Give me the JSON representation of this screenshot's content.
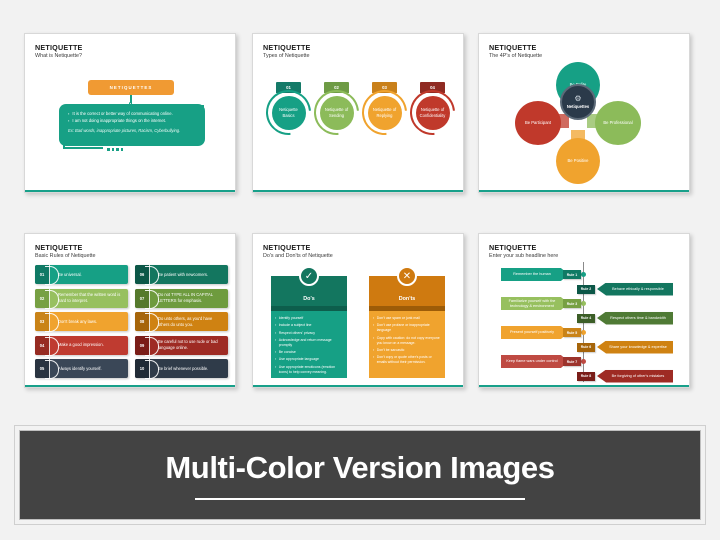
{
  "meta": {
    "accent_teal": "#17a085",
    "accent_orange": "#f09a33",
    "accent_green": "#8cbb5a",
    "accent_red": "#b23530",
    "accent_navy": "#3a4757"
  },
  "slide1": {
    "title": "NETIQUETTE",
    "subtitle": "What is Netiquette?",
    "header_label": "NETIQUETTES",
    "bullets": [
      "It is the correct or better way of communicating online.",
      "I am not doing inappropriate things on the internet."
    ],
    "example": "Ex: Bad words, inappropriate pictures, Racism, Cyberbullying."
  },
  "slide2": {
    "title": "NETIQUETTE",
    "subtitle": "Types of Netiquette",
    "items": [
      {
        "num": "01",
        "label": "Netiquette Basics",
        "color": "#16a085",
        "tab": "#147a68"
      },
      {
        "num": "02",
        "label": "Netiquette of Sending",
        "color": "#8cbb5a",
        "tab": "#6e9b45"
      },
      {
        "num": "03",
        "label": "Netiquette of Replying",
        "color": "#f0a32e",
        "tab": "#c9801a"
      },
      {
        "num": "04",
        "label": "Netiquette of Confidentiality",
        "color": "#c0392b",
        "tab": "#8f2a22"
      }
    ]
  },
  "slide3": {
    "title": "NETIQUETTE",
    "subtitle": "The 4P's of Netiquette",
    "center_label": "Netiquettes",
    "center_icon": "gear-icon",
    "petals": [
      {
        "label": "Be Polite",
        "color": "#16a085",
        "pos": "top"
      },
      {
        "label": "Be Professional",
        "color": "#8cbb5a",
        "pos": "right"
      },
      {
        "label": "Be Positive",
        "color": "#f0a32e",
        "pos": "bottom"
      },
      {
        "label": "Be Participant",
        "color": "#c0392b",
        "pos": "left"
      }
    ]
  },
  "slide4": {
    "title": "NETIQUETTE",
    "subtitle": "Basic Rules of Netiquette",
    "rules": [
      {
        "num": "01",
        "text": "Be universal.",
        "color": "#16a085",
        "num_bg": "#0f7a65"
      },
      {
        "num": "06",
        "text": "Be patient with newcomers.",
        "color": "#13765f",
        "num_bg": "#0c5747"
      },
      {
        "num": "02",
        "text": "Remember that the written word is hard to interpret.",
        "color": "#97c05f",
        "num_bg": "#77a043"
      },
      {
        "num": "07",
        "text": "Do not TYPE ALL IN CAPITAL LETTERS for emphasis.",
        "color": "#6e9b3e",
        "num_bg": "#55792c"
      },
      {
        "num": "03",
        "text": "Don't break any laws.",
        "color": "#f0a32e",
        "num_bg": "#c98318"
      },
      {
        "num": "08",
        "text": "Do unto others, as you'd have others do unto you.",
        "color": "#cf8212",
        "num_bg": "#a6650a"
      },
      {
        "num": "04",
        "text": "Make a good impression.",
        "color": "#bf3b30",
        "num_bg": "#962b22"
      },
      {
        "num": "09",
        "text": "Be careful not to use rude or bad language online.",
        "color": "#9e2b24",
        "num_bg": "#7a1d18"
      },
      {
        "num": "05",
        "text": "Always identify yourself.",
        "color": "#3a4757",
        "num_bg": "#2a3441"
      },
      {
        "num": "10",
        "text": "Be brief whenever possible.",
        "color": "#2f3b49",
        "num_bg": "#212b36"
      }
    ]
  },
  "slide5": {
    "title": "NETIQUETTE",
    "subtitle": "Do's and Don'ts of Netiquette",
    "dos": {
      "heading": "Do's",
      "icon": "check-circle-icon",
      "lid_color": "#13765f",
      "lip_color": "#0d5e4c",
      "body_color": "#16a085",
      "badge_color": "#13765f",
      "items": [
        "Identify yourself",
        "Include a subject line",
        "Respect others' privacy",
        "Acknowledge and return message promptly",
        "Be concise",
        "Use appropriate language",
        "Use appropriate emoticons (emotion icons) to help convey meaning."
      ]
    },
    "donts": {
      "heading": "Don'ts",
      "icon": "x-circle-icon",
      "lid_color": "#cf7a10",
      "lip_color": "#9d5c08",
      "body_color": "#f0a32e",
      "badge_color": "#cf7a10",
      "items": [
        "Don't use spam or junk mail",
        "Don't use profane or inappropriate language",
        "Copy with caution: do not copy everyone you know on a message.",
        "Don't be sarcastic",
        "Don't copy or quote other's posts or emails without their permission."
      ]
    }
  },
  "slide6": {
    "title": "NETIQUETTE",
    "subtitle": "Enter your sub headline here",
    "rules": [
      {
        "tag": "Rule 1",
        "text": "Remember the human",
        "side": "left",
        "color": "#16a085",
        "tag_color": "#0f7a65"
      },
      {
        "tag": "Rule 2",
        "text": "Behave ethically & responsible",
        "side": "right",
        "color": "#13765f",
        "tag_color": "#0c5747"
      },
      {
        "tag": "Rule 3",
        "text": "Familiarize yourself with the technology & environment",
        "side": "left",
        "color": "#97c05f",
        "tag_color": "#77a043"
      },
      {
        "tag": "Rule 4",
        "text": "Respect others time & bandwidth",
        "side": "right",
        "color": "#4f7a35",
        "tag_color": "#3c5e27"
      },
      {
        "tag": "Rule 5",
        "text": "Present yourself positively",
        "side": "left",
        "color": "#f0a32e",
        "tag_color": "#c98318"
      },
      {
        "tag": "Rule 6",
        "text": "Share your knowledge & expertise",
        "side": "right",
        "color": "#cf8212",
        "tag_color": "#a6650a"
      },
      {
        "tag": "Rule 7",
        "text": "Keep flame wars under control",
        "side": "left",
        "color": "#bf4a42",
        "tag_color": "#9c332c"
      },
      {
        "tag": "Rule 8",
        "text": "Be forgiving of other's mistakes",
        "side": "right",
        "color": "#9e2b24",
        "tag_color": "#7a1d18"
      }
    ]
  },
  "banner": {
    "text": "Multi-Color Version Images"
  }
}
